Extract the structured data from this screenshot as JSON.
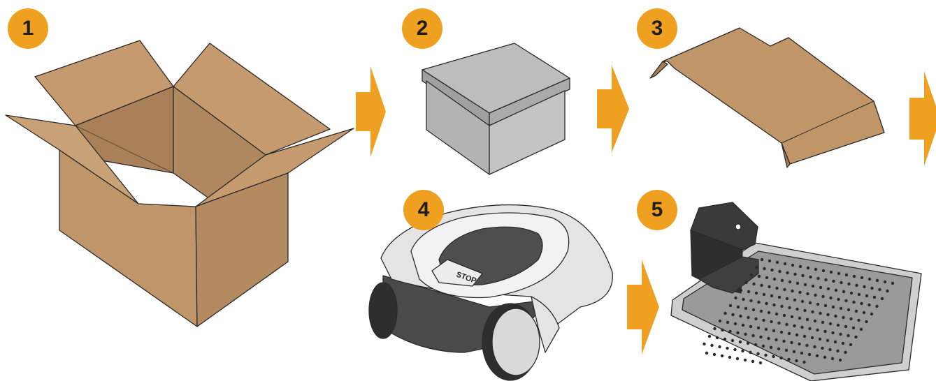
{
  "steps": [
    {
      "number": "1",
      "item": "cardboard-box"
    },
    {
      "number": "2",
      "item": "grey-box"
    },
    {
      "number": "3",
      "item": "cardboard-insert"
    },
    {
      "number": "4",
      "item": "robotic-mower"
    },
    {
      "number": "5",
      "item": "charging-station"
    }
  ],
  "mower": {
    "button_label": "STOP"
  },
  "colors": {
    "badge": "#f0a020",
    "arrow": "#f0a020",
    "cardboard": "#bf956a",
    "grey_box": "#b4b4b4",
    "mower_body": "#e6e6e6",
    "station": "#3c3c3c"
  }
}
